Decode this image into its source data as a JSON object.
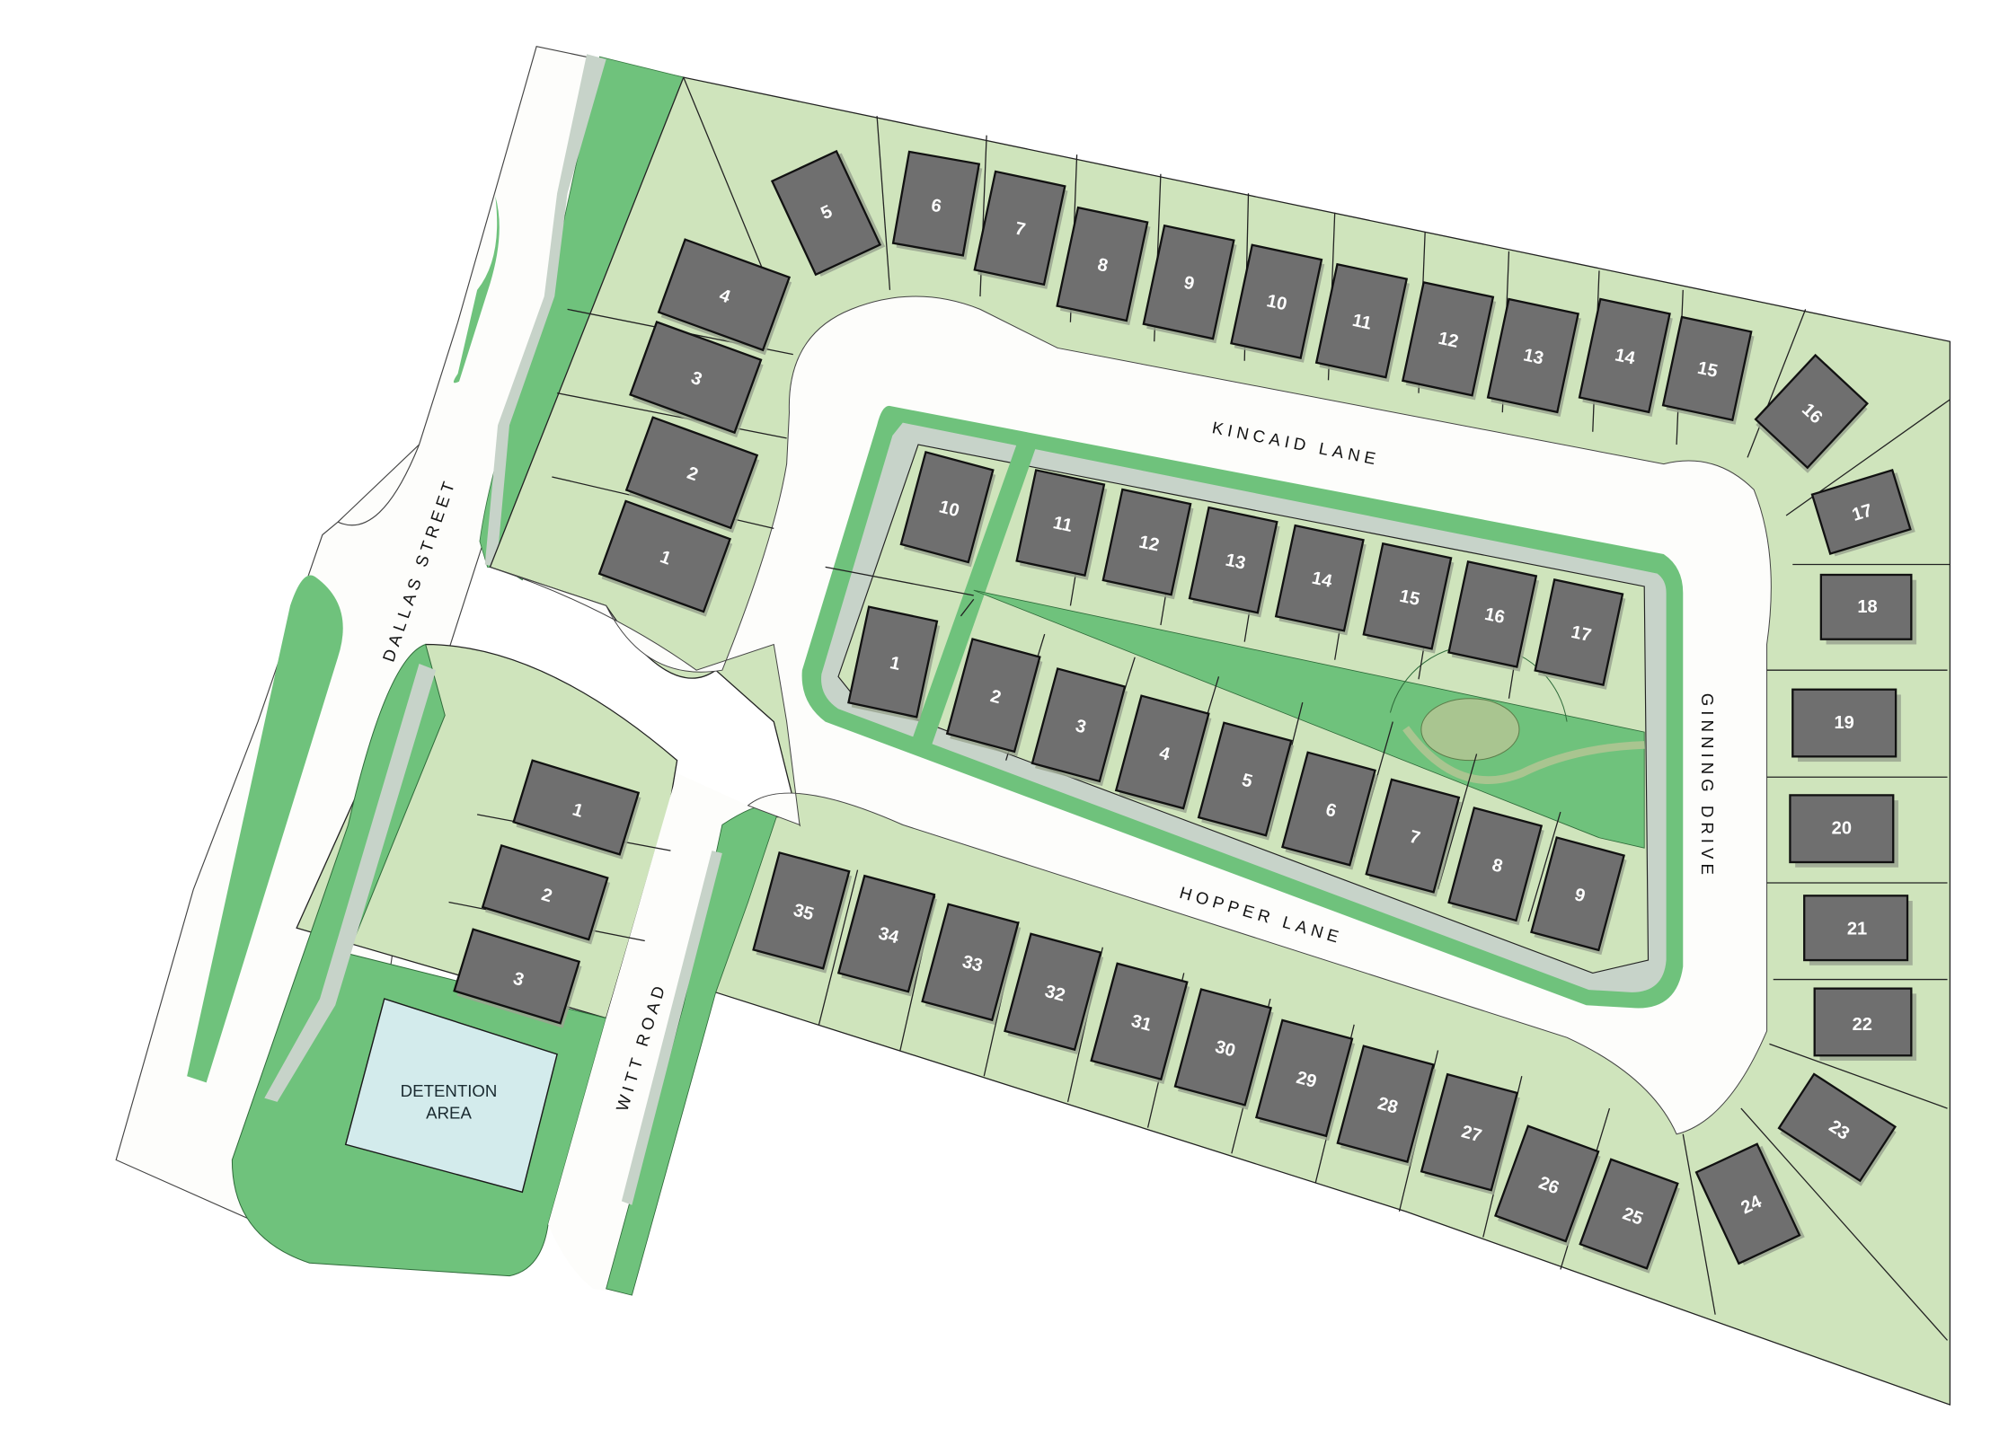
{
  "plan": {
    "type": "residential-subdivision-site-plan",
    "colors": {
      "background": "#ffffff",
      "lot_fill": "#cfe4bc",
      "open_space": "#6fc27c",
      "pavement": "#fdfdfb",
      "sidewalk": "#c7d3c9",
      "driveway": "#e8e8e8",
      "house_fill": "#6f6f6f",
      "house_stroke": "#111111",
      "detention_fill": "#d3ebec",
      "pond_fill": "#a9c590"
    },
    "streets": [
      {
        "id": "dallas",
        "label": "DALLAS STREET"
      },
      {
        "id": "witt",
        "label": "WITT ROAD"
      },
      {
        "id": "kincaid",
        "label": "KINCAID LANE"
      },
      {
        "id": "hopper",
        "label": "HOPPER LANE"
      },
      {
        "id": "ginning",
        "label": "GINNING DRIVE"
      }
    ],
    "detention": {
      "line1": "DETENTION",
      "line2": "AREA"
    },
    "blocks": {
      "west_block": [
        "1",
        "2",
        "3",
        "4"
      ],
      "north_row": [
        "5",
        "6",
        "7",
        "8",
        "9",
        "10",
        "11",
        "12",
        "13",
        "14",
        "15"
      ],
      "east_row": [
        "16",
        "17",
        "18",
        "19",
        "20",
        "21",
        "22",
        "23",
        "24"
      ],
      "south_row": [
        "25",
        "26",
        "27",
        "28",
        "29",
        "30",
        "31",
        "32",
        "33",
        "34",
        "35"
      ],
      "interior_north": [
        "10",
        "11",
        "12",
        "13",
        "14",
        "15",
        "16",
        "17"
      ],
      "interior_south": [
        "1",
        "2",
        "3",
        "4",
        "5",
        "6",
        "7",
        "8",
        "9"
      ],
      "southwest_block": [
        "1",
        "2",
        "3"
      ]
    }
  },
  "lots": {
    "w1": "1",
    "w2": "2",
    "w3": "3",
    "w4": "4",
    "n5": "5",
    "n6": "6",
    "n7": "7",
    "n8": "8",
    "n9": "9",
    "n10": "10",
    "n11": "11",
    "n12": "12",
    "n13": "13",
    "n14": "14",
    "n15": "15",
    "e16": "16",
    "e17": "17",
    "e18": "18",
    "e19": "19",
    "e20": "20",
    "e21": "21",
    "e22": "22",
    "e23": "23",
    "e24": "24",
    "s25": "25",
    "s26": "26",
    "s27": "27",
    "s28": "28",
    "s29": "29",
    "s30": "30",
    "s31": "31",
    "s32": "32",
    "s33": "33",
    "s34": "34",
    "s35": "35",
    "in10": "10",
    "in11": "11",
    "in12": "12",
    "in13": "13",
    "in14": "14",
    "in15": "15",
    "in16": "16",
    "in17": "17",
    "is1": "1",
    "is2": "2",
    "is3": "3",
    "is4": "4",
    "is5": "5",
    "is6": "6",
    "is7": "7",
    "is8": "8",
    "is9": "9",
    "sw1": "1",
    "sw2": "2",
    "sw3": "3"
  }
}
